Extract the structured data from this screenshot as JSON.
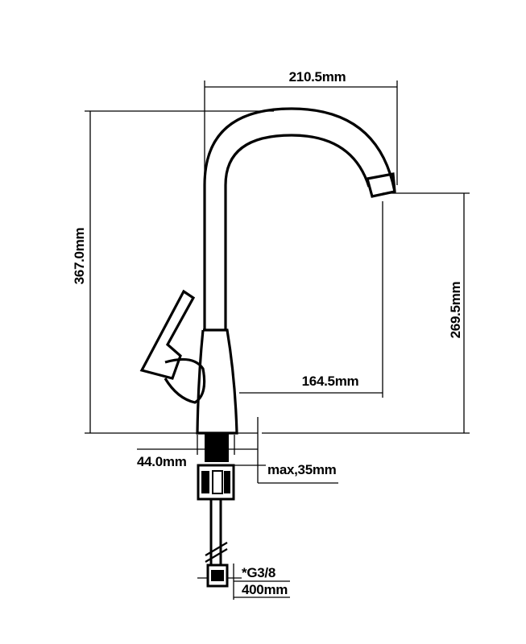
{
  "dimensions": {
    "width_top": "210.5mm",
    "height_total": "367.0mm",
    "spout_height": "269.5mm",
    "spout_reach": "164.5mm",
    "base_diameter": "44.0mm",
    "max_thickness": "max,35mm",
    "thread": "*G3/8",
    "hose_length": "400mm"
  },
  "colors": {
    "line": "#000000",
    "background": "#ffffff"
  }
}
